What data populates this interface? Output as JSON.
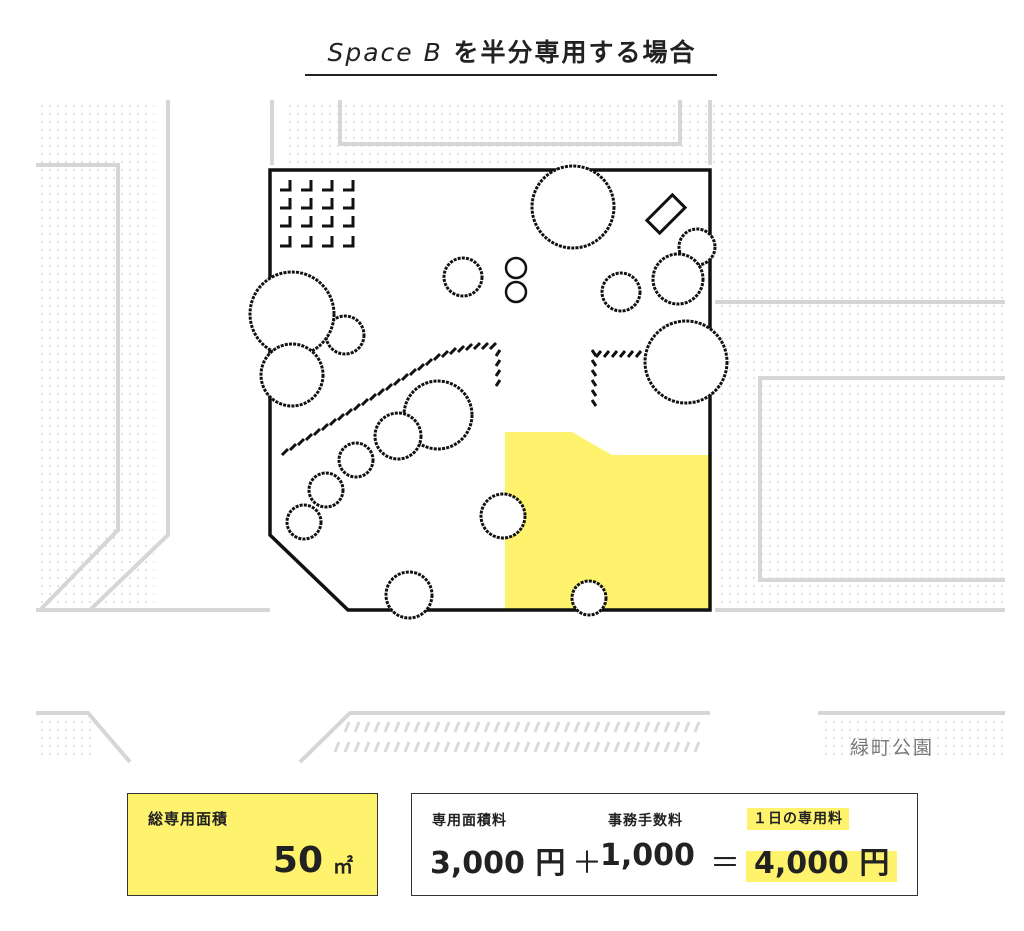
{
  "title": {
    "prefix": "Space B",
    "suffix": " を半分専用する場合"
  },
  "map": {
    "park_label": "緑町公園",
    "colors": {
      "highlight": "#fff36e",
      "road": "#d6d6d6",
      "dots": "#d0d0d0",
      "outline": "#111111"
    }
  },
  "area": {
    "label": "総専用面積",
    "value": "50",
    "unit": "㎡"
  },
  "fee": {
    "label_area_fee": "専用面積料",
    "label_office_fee": "事務手数料",
    "label_daily_fee": "１日の専用料",
    "area_fee": "3,000 円",
    "plus": "＋",
    "office_fee": "1,000",
    "equals": "＝",
    "total": "4,000 円"
  }
}
